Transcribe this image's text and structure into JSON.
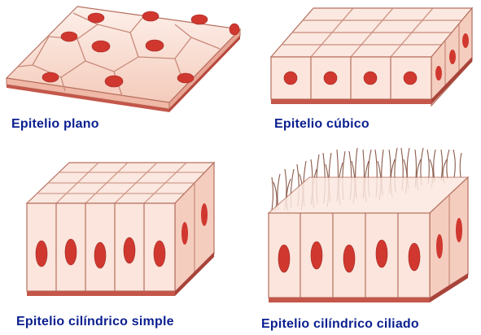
{
  "captions": {
    "plano": "Epitelio plano",
    "cubico": "Epitelio cúbico",
    "cilindrico_simple": "Epitelio cilíndrico simple",
    "cilindrico_ciliado": "Epitelio cilíndrico ciliado"
  },
  "colors": {
    "caption": "#0a1f8f",
    "cell_fill": "#fbe5dc",
    "cell_outline": "#c98a7a",
    "nucleus": "#d0382f",
    "basement": "#c4574a",
    "cilia": "#8b5a4a"
  }
}
